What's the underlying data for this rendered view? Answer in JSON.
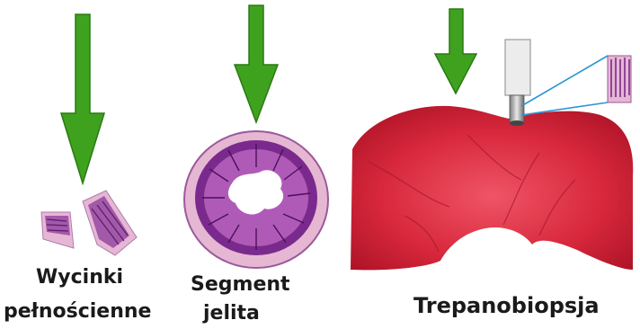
{
  "labels": {
    "full_thickness_line1": "Wycinki",
    "full_thickness_line2": "pełnościenne",
    "segment_line1": "Segment",
    "segment_line2": "jelita",
    "punch_biopsy": "Trepanobiopsja"
  },
  "colors": {
    "arrow": "#3fa21f",
    "arrow_outline": "#2a7a12",
    "tissue_purple": "#7a2a8c",
    "tissue_pink": "#e6b7d3",
    "intestine_red": "#d8283c",
    "callout_line": "#2b95d6"
  },
  "icons": [
    "down-arrow-icon",
    "tissue-section-icon",
    "intestine-cross-section-icon",
    "biopsy-punch-icon"
  ]
}
